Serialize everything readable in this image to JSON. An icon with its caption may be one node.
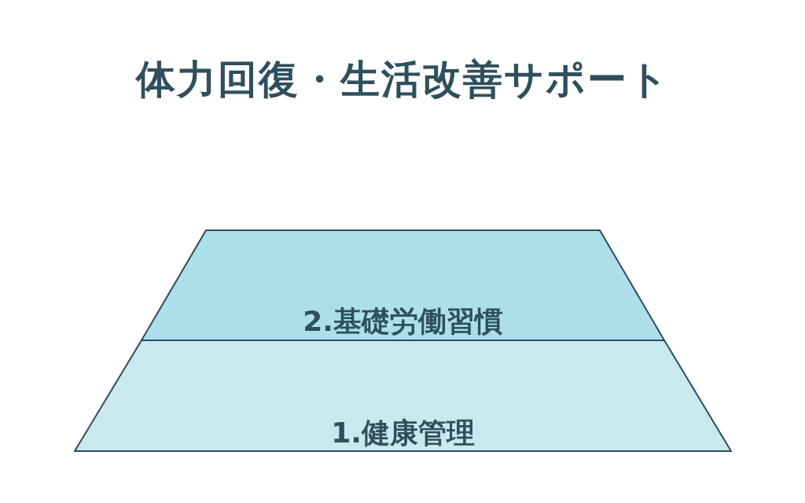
{
  "diagram": {
    "title": "体力回復・生活改善サポート",
    "nodes": [
      {
        "text": [
          "2.基礎労働習慣"
        ]
      },
      {
        "text": [
          "1.健康管理"
        ]
      }
    ]
  }
}
